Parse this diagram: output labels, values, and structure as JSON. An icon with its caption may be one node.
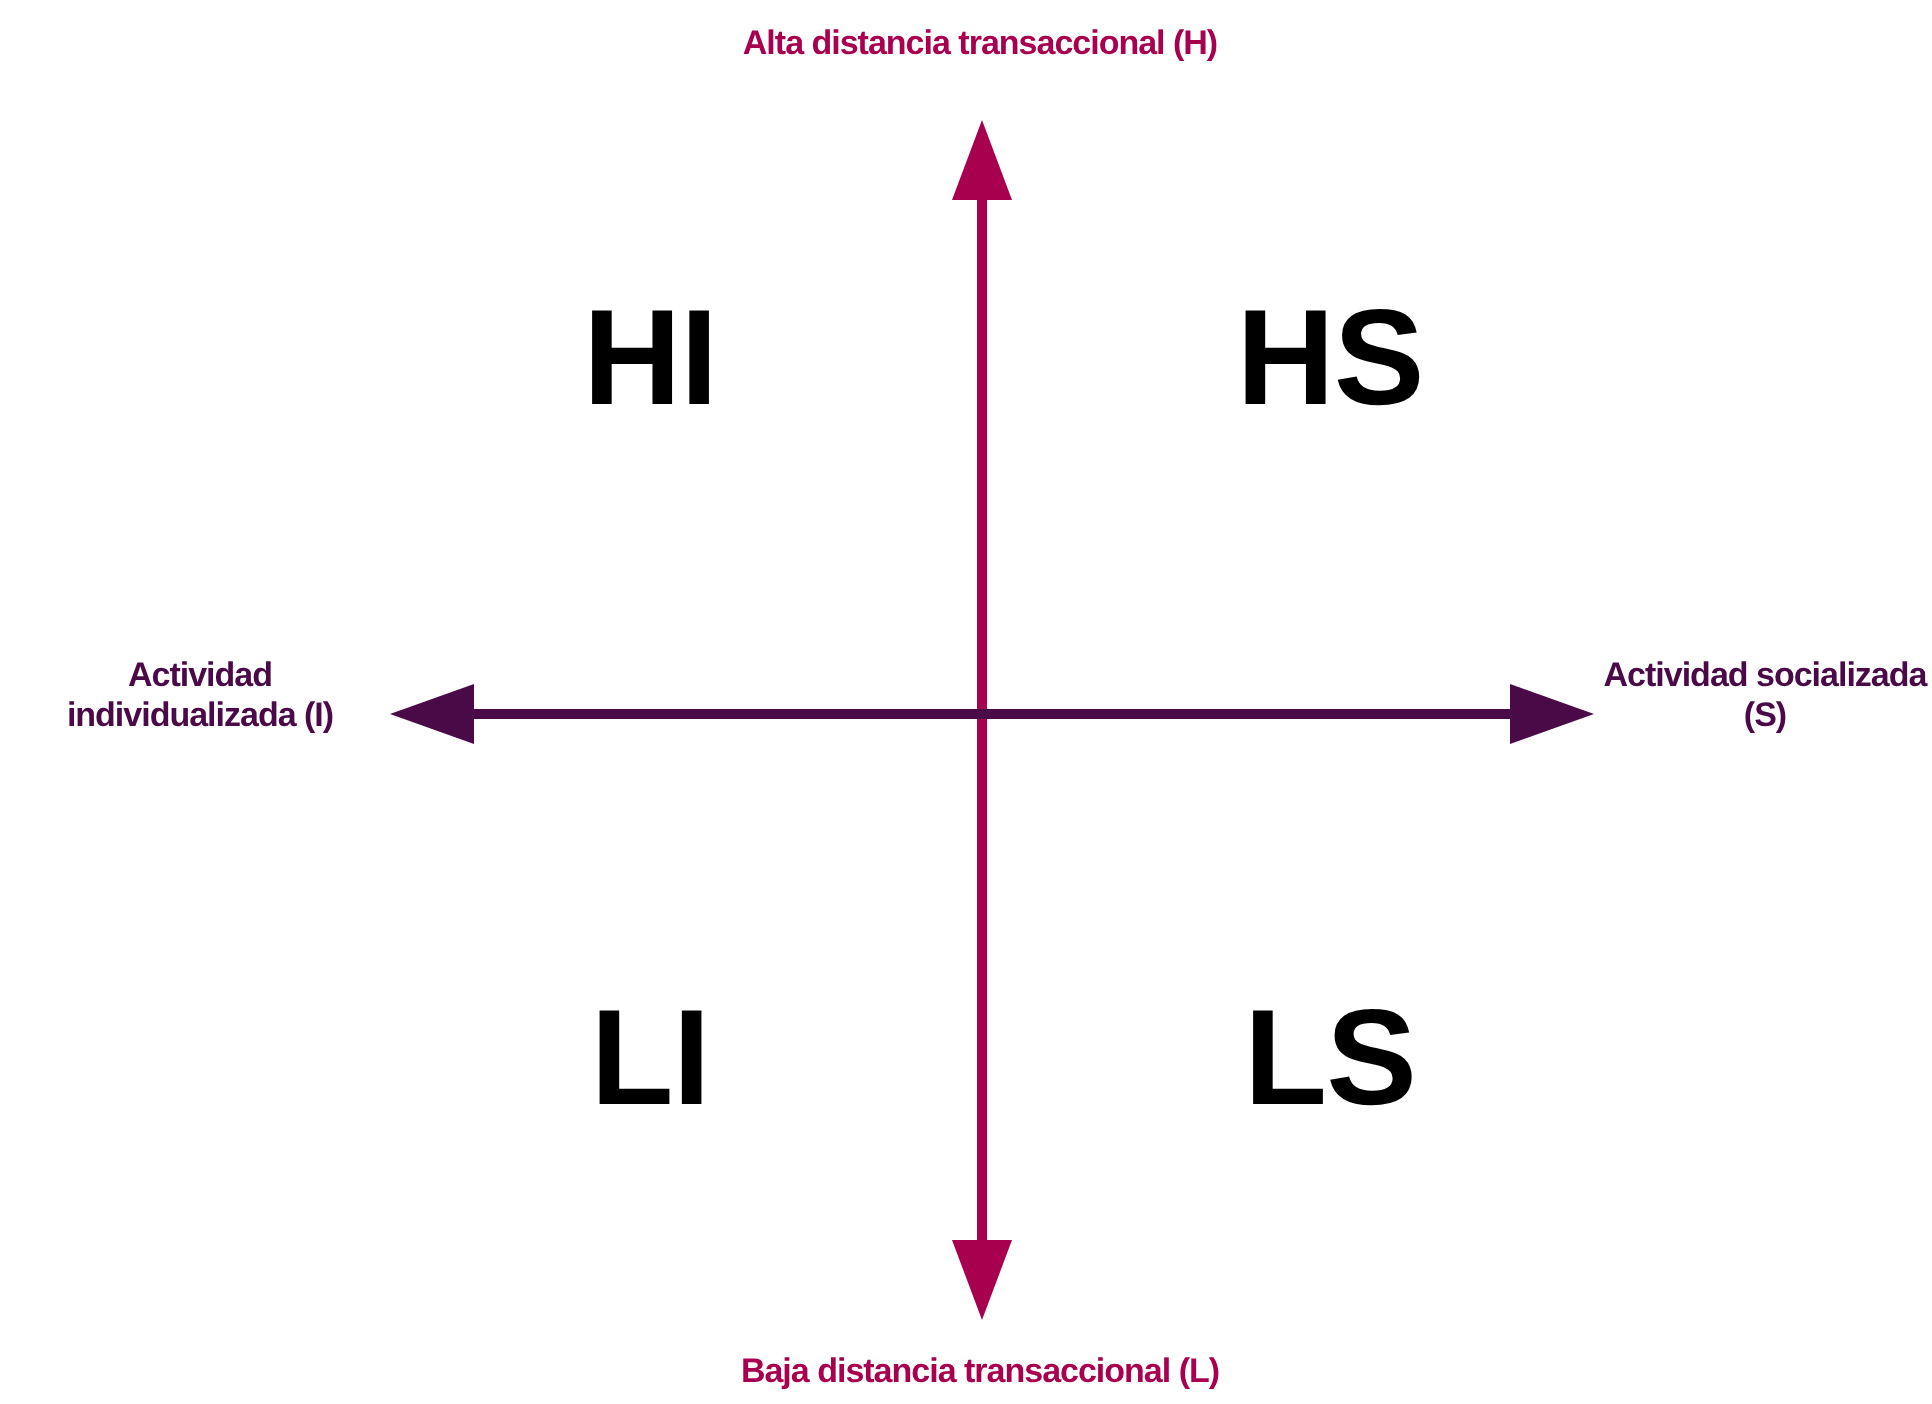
{
  "diagram": {
    "labels": [
      "Alta distancia transaccional (H)",
      "HI",
      "HS",
      "Actividad individualizada (I)",
      "Actividad socializada (S)",
      "LI",
      "LS",
      "Baja distancia transaccional (L)"
    ]
  }
}
